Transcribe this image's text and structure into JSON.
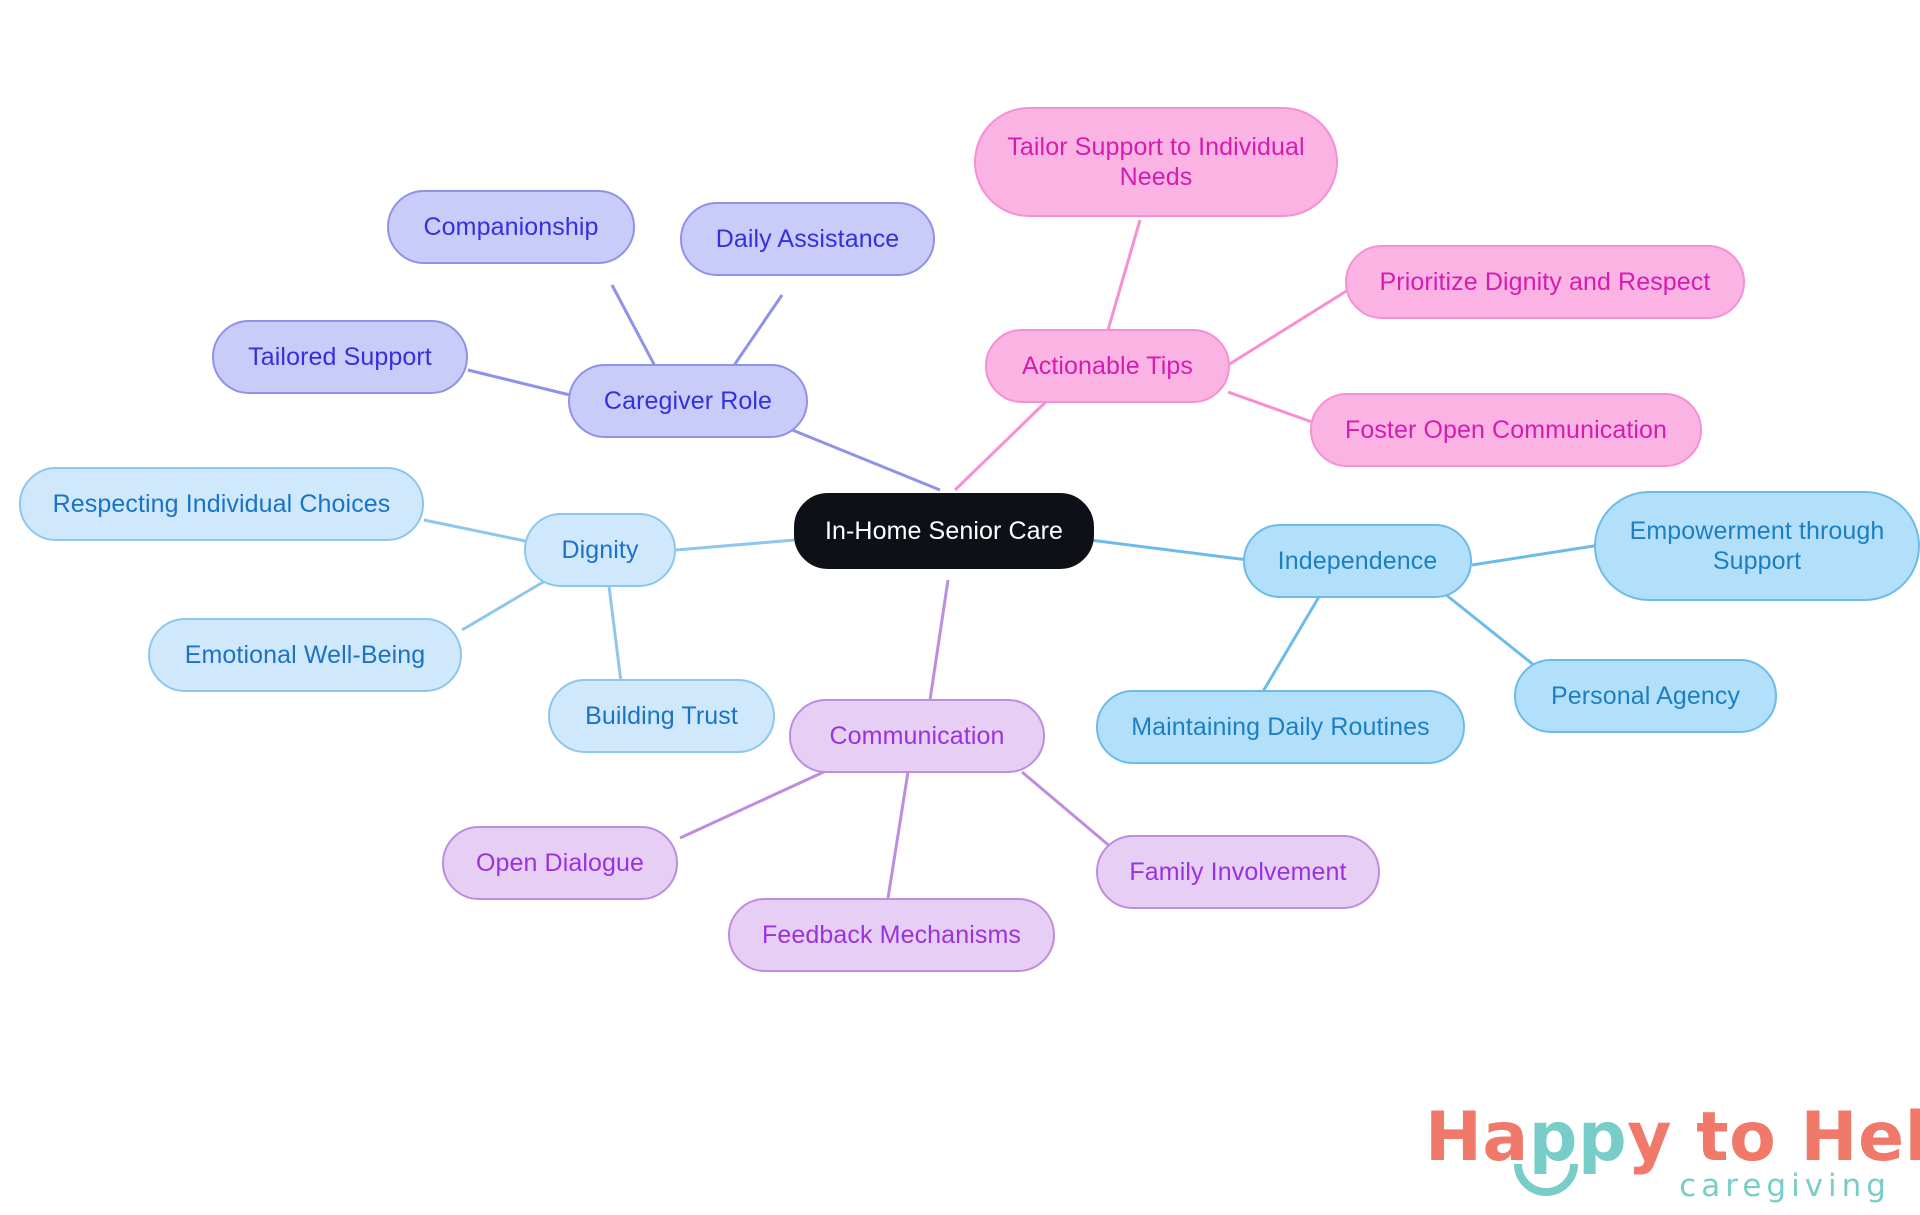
{
  "diagram": {
    "type": "mindmap",
    "root": {
      "id": "root",
      "label": "In-Home Senior Care",
      "color_fill": "#0d1117",
      "color_text": "#ffffff"
    },
    "branches": [
      {
        "id": "caregiver-role",
        "label": "Caregiver Role",
        "color_fill": "#c9ccf8",
        "color_border": "#8f92e8",
        "color_text": "#3430dd",
        "children": [
          {
            "id": "companionship",
            "label": "Companionship"
          },
          {
            "id": "daily-assistance",
            "label": "Daily Assistance"
          },
          {
            "id": "tailored-support",
            "label": "Tailored Support"
          }
        ]
      },
      {
        "id": "actionable-tips",
        "label": "Actionable Tips",
        "color_fill": "#fbb3e4",
        "color_border": "#f78fd4",
        "color_text": "#d51cae",
        "children": [
          {
            "id": "tailor-support-needs",
            "label": "Tailor Support to Individual\nNeeds"
          },
          {
            "id": "prioritize-dignity-respect",
            "label": "Prioritize Dignity and Respect"
          },
          {
            "id": "foster-open-communication",
            "label": "Foster Open Communication"
          }
        ]
      },
      {
        "id": "dignity",
        "label": "Dignity",
        "color_fill": "#d0e8fb",
        "color_border": "#8fc6ee",
        "color_text": "#1a73c8",
        "children": [
          {
            "id": "respecting-individual-choices",
            "label": "Respecting Individual Choices"
          },
          {
            "id": "emotional-well-being",
            "label": "Emotional Well-Being"
          },
          {
            "id": "building-trust",
            "label": "Building Trust"
          }
        ]
      },
      {
        "id": "independence",
        "label": "Independence",
        "color_fill": "#b2e0fb",
        "color_border": "#6dbbea",
        "color_text": "#1d7fc2",
        "children": [
          {
            "id": "empowerment-through-support",
            "label": "Empowerment through\nSupport"
          },
          {
            "id": "personal-agency",
            "label": "Personal Agency"
          },
          {
            "id": "maintaining-daily-routines",
            "label": "Maintaining Daily Routines"
          }
        ]
      },
      {
        "id": "communication",
        "label": "Communication",
        "color_fill": "#e7cef5",
        "color_border": "#c08ce0",
        "color_text": "#9a32dd",
        "children": [
          {
            "id": "open-dialogue",
            "label": "Open Dialogue"
          },
          {
            "id": "feedback-mechanisms",
            "label": "Feedback Mechanisms"
          },
          {
            "id": "family-involvement",
            "label": "Family Involvement"
          }
        ]
      }
    ]
  },
  "logo": {
    "word1": "Ha",
    "word2": "pp",
    "word3": "y to Help",
    "tagline": "caregiving",
    "color_coral": "#f0796a",
    "color_teal": "#79cdc9"
  }
}
